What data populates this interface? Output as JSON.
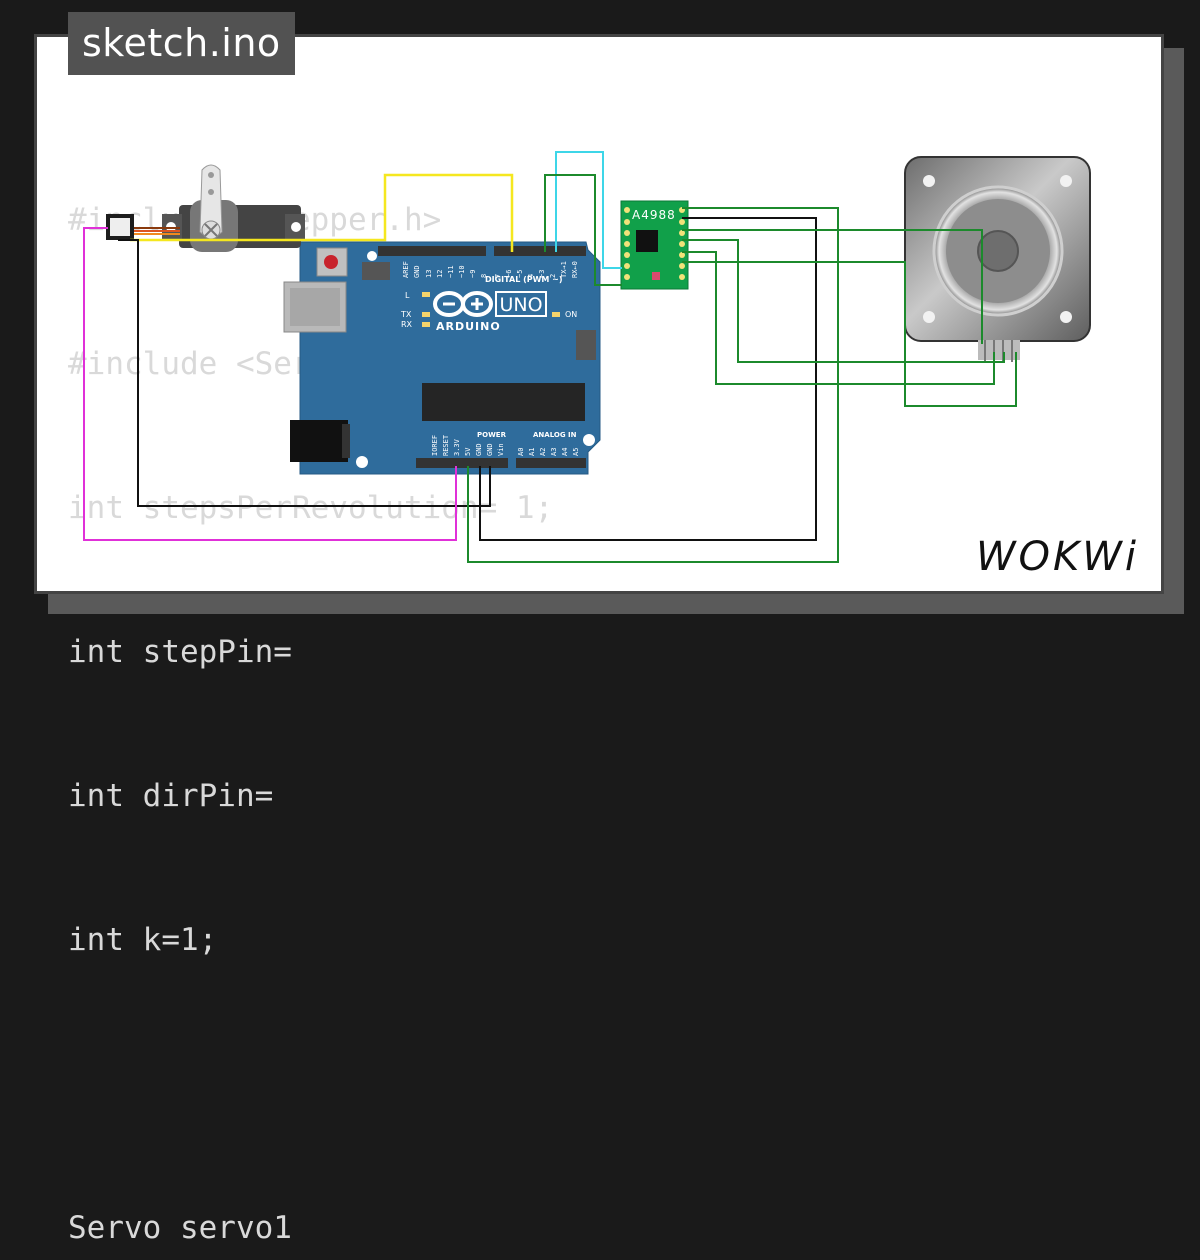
{
  "sketch_tab": {
    "filename": "sketch.ino"
  },
  "code_lines": [
    "#include <Stepper.h>",
    "#include <Servo.h>",
    "int stepsPerRevolution= 1;",
    "int stepPin= ",
    "int dirPin= ",
    "int k=1;",
    "",
    "Servo servo1"
  ],
  "arduino": {
    "model_label": "UNO",
    "brand_label": "ARDUINO",
    "digital_header": "DIGITAL (PWM ~)",
    "power_header": "POWER",
    "analog_header": "ANALOG IN",
    "on_label": "ON",
    "l_label": "L",
    "tx_label": "TX",
    "rx_label": "RX",
    "aref": "AREF",
    "gnd": "GND",
    "digital_pins": [
      "13",
      "12",
      "~11",
      "~10",
      "~9",
      "8",
      "7",
      "~6",
      "~5",
      "4",
      "~3",
      "2",
      "TX→1",
      "RX←0"
    ],
    "power_pins": [
      "IOREF",
      "RESET",
      "3.3V",
      "5V",
      "GND",
      "GND",
      "Vin"
    ],
    "analog_pins": [
      "A0",
      "A1",
      "A2",
      "A3",
      "A4",
      "A5"
    ]
  },
  "driver": {
    "label": "A4988"
  },
  "footer": {
    "brand": "WOKWi"
  },
  "colors": {
    "board_blue": "#2f6c9c",
    "driver_green": "#11a04a",
    "wire_yellow": "#f5e71f",
    "wire_cyan": "#3dd6e8",
    "wire_green": "#1c8a2c",
    "wire_black": "#111111",
    "wire_magenta": "#e030d8"
  },
  "icons": {
    "servo": "servo-motor-icon",
    "stepper": "stepper-motor-icon",
    "arduino_logo": "arduino-infinity-logo"
  }
}
